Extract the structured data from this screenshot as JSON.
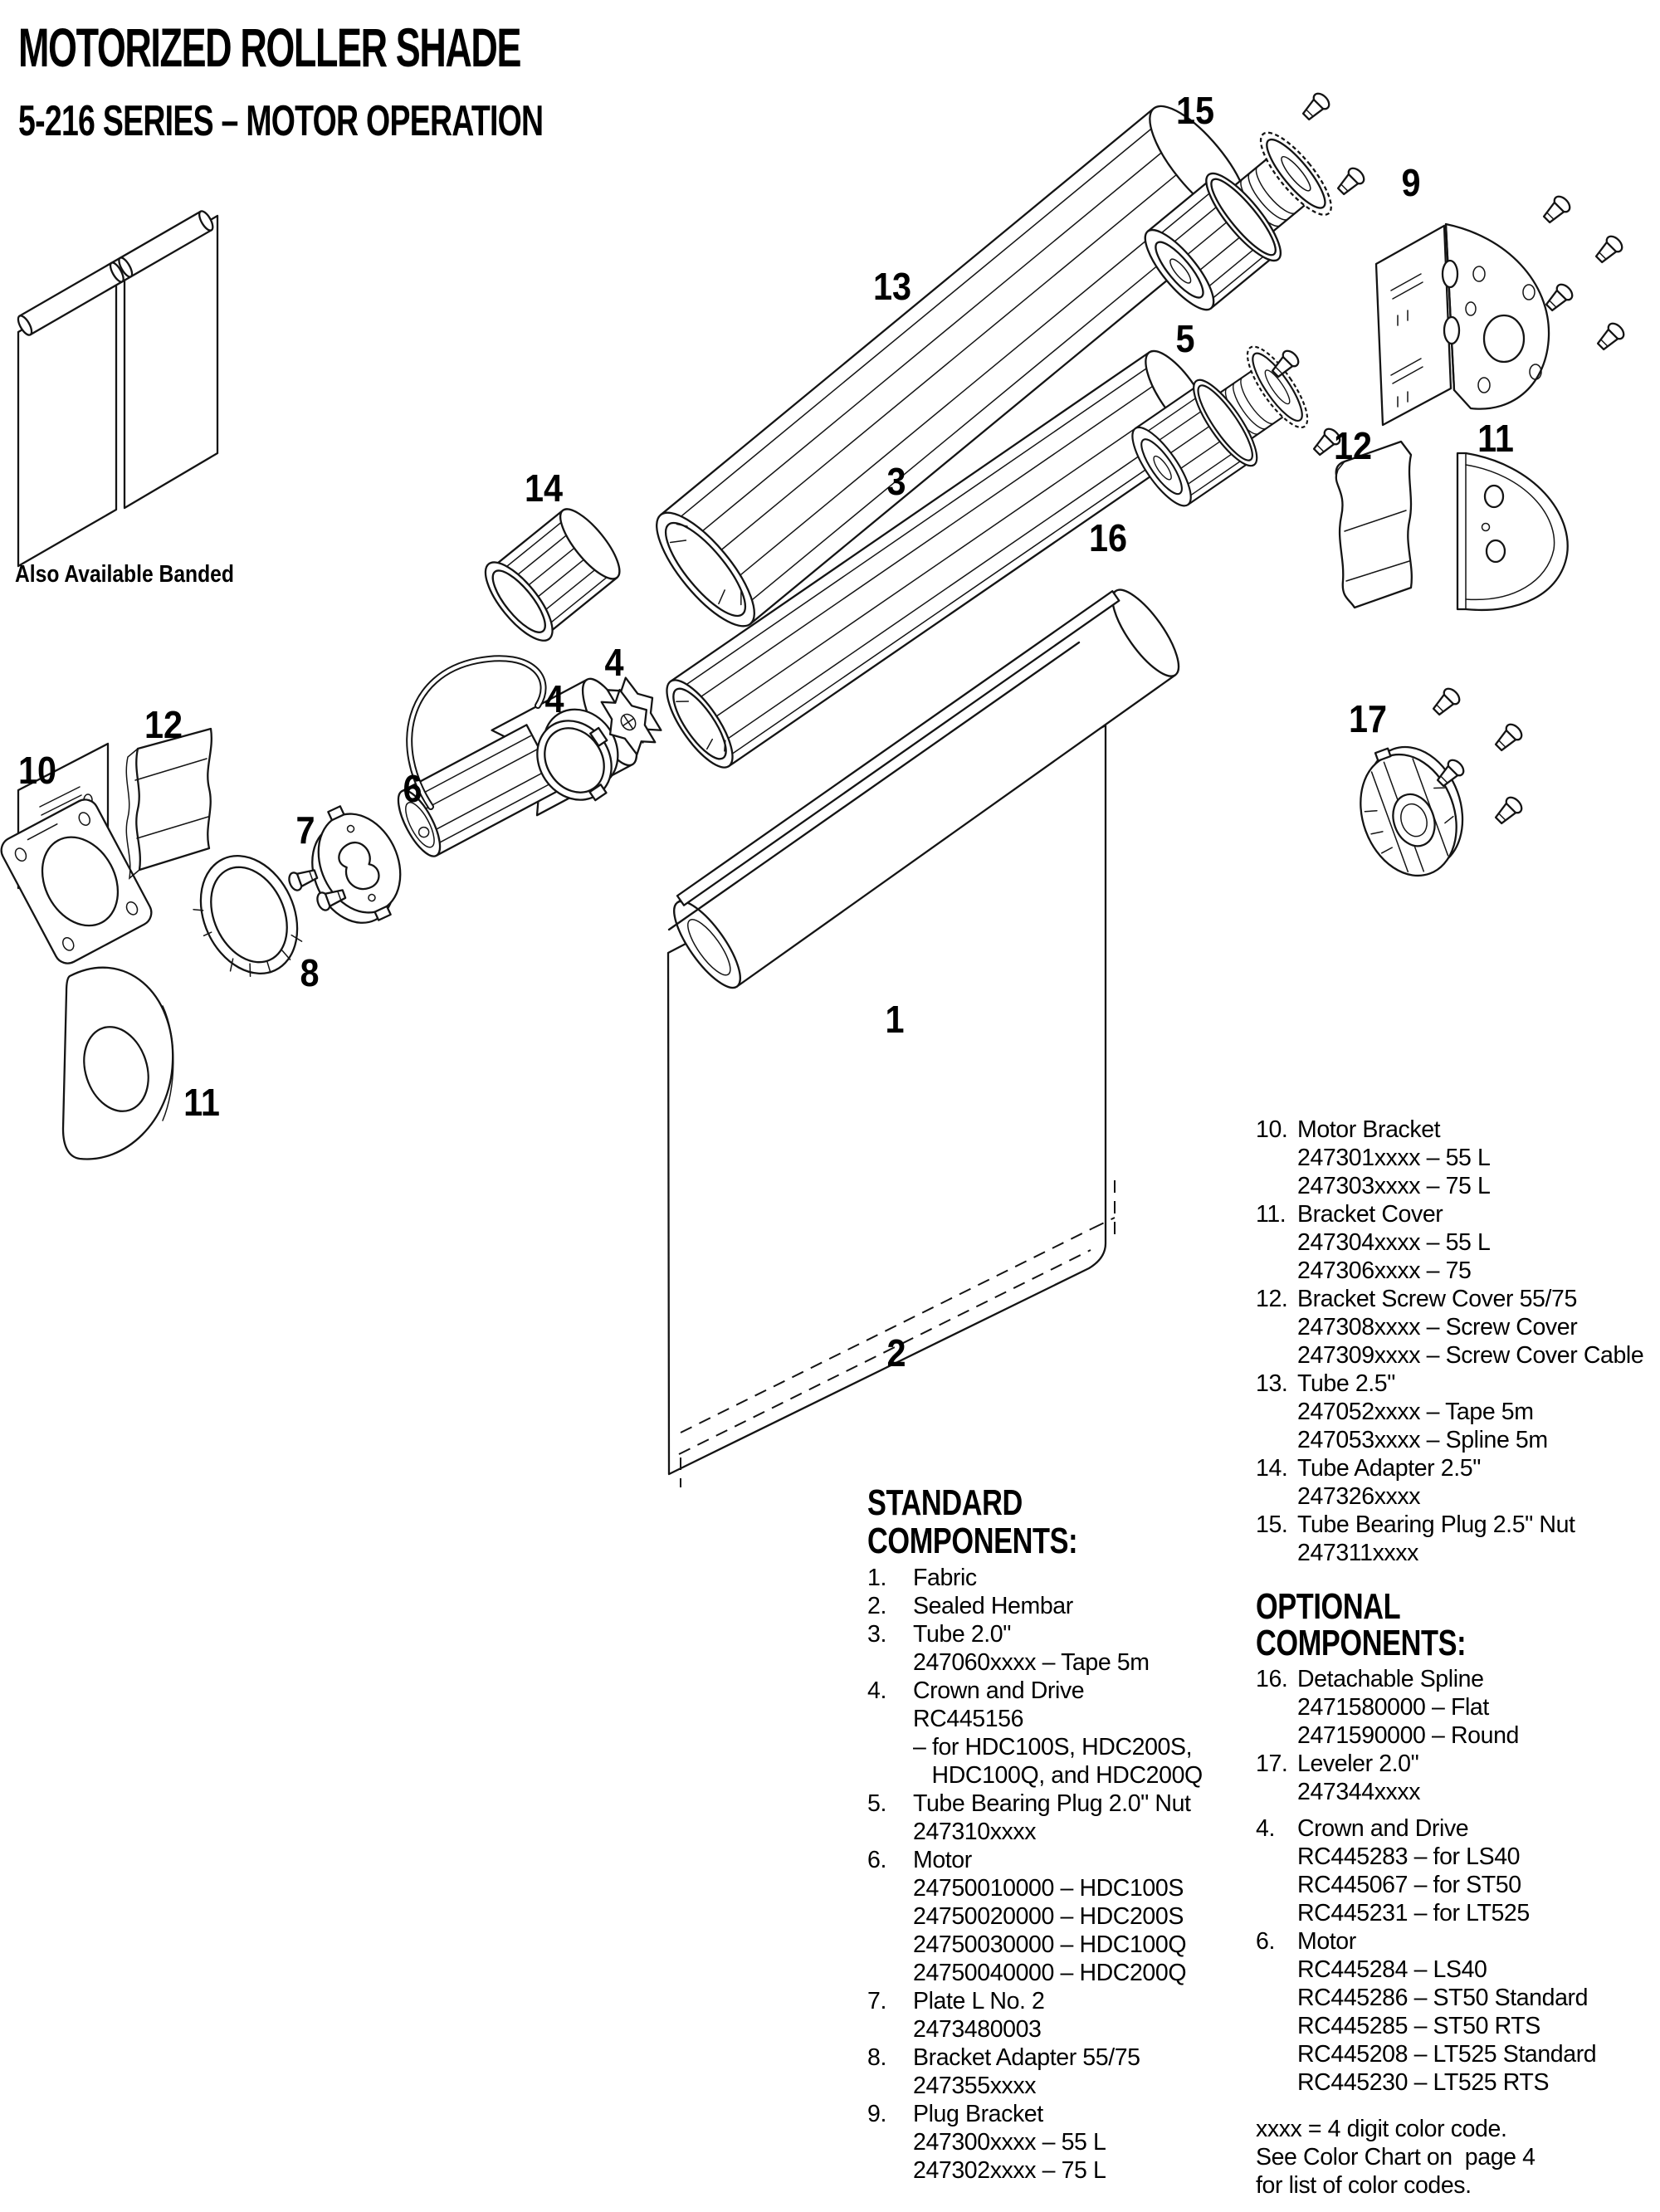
{
  "header": {
    "title": "MOTORIZED ROLLER SHADE",
    "subtitle": "5-216 SERIES – MOTOR OPERATION"
  },
  "banded_note": "Also Available Banded",
  "callouts": [
    {
      "label": "13"
    },
    {
      "label": "15"
    },
    {
      "label": "9"
    },
    {
      "label": "5"
    },
    {
      "label": "14"
    },
    {
      "label": "3"
    },
    {
      "label": "16"
    },
    {
      "label": "12"
    },
    {
      "label": "11"
    },
    {
      "label": "4"
    },
    {
      "label": "4"
    },
    {
      "label": "17"
    },
    {
      "label": "12"
    },
    {
      "label": "10"
    },
    {
      "label": "6"
    },
    {
      "label": "7"
    },
    {
      "label": "8"
    },
    {
      "label": "11"
    },
    {
      "label": "1"
    },
    {
      "label": "2"
    }
  ],
  "standard": {
    "heading_line1": "STANDARD",
    "heading_line2": "COMPONENTS:",
    "items": [
      {
        "num": "1.",
        "name": "Fabric",
        "lines": []
      },
      {
        "num": "2.",
        "name": "Sealed Hembar",
        "lines": []
      },
      {
        "num": "3.",
        "name": "Tube 2.0\"",
        "lines": [
          "247060xxxx – Tape 5m"
        ]
      },
      {
        "num": "4.",
        "name": "Crown and Drive",
        "lines": [
          "RC445156",
          "– for HDC100S, HDC200S,",
          "   HDC100Q, and HDC200Q"
        ]
      },
      {
        "num": "5.",
        "name": "Tube Bearing Plug 2.0\" Nut",
        "lines": [
          "247310xxxx"
        ]
      },
      {
        "num": "6.",
        "name": "Motor",
        "lines": [
          "24750010000 – HDC100S",
          "24750020000 – HDC200S",
          "24750030000 – HDC100Q",
          "24750040000 – HDC200Q"
        ]
      },
      {
        "num": "7.",
        "name": "Plate L No. 2",
        "lines": [
          "2473480003"
        ]
      },
      {
        "num": "8.",
        "name": "Bracket Adapter 55/75",
        "lines": [
          "247355xxxx"
        ]
      },
      {
        "num": "9.",
        "name": "Plug Bracket",
        "lines": [
          "247300xxxx – 55 L",
          "247302xxxx – 75 L"
        ]
      }
    ]
  },
  "optional": {
    "continuation_items": [
      {
        "num": "10.",
        "name": "Motor Bracket",
        "lines": [
          "247301xxxx – 55 L",
          "247303xxxx – 75 L"
        ]
      },
      {
        "num": "11.",
        "name": "Bracket Cover",
        "lines": [
          "247304xxxx – 55 L",
          "247306xxxx – 75"
        ]
      },
      {
        "num": "12.",
        "name": "Bracket Screw Cover 55/75",
        "lines": [
          "247308xxxx – Screw Cover",
          "247309xxxx – Screw Cover Cable"
        ]
      },
      {
        "num": "13.",
        "name": "Tube 2.5\"",
        "lines": [
          "247052xxxx – Tape 5m",
          "247053xxxx – Spline 5m"
        ]
      },
      {
        "num": "14.",
        "name": "Tube Adapter 2.5\"",
        "lines": [
          "247326xxxx"
        ]
      },
      {
        "num": "15.",
        "name": "Tube Bearing Plug 2.5\" Nut",
        "lines": [
          "247311xxxx"
        ]
      }
    ],
    "heading_line1": "OPTIONAL",
    "heading_line2": "COMPONENTS:",
    "items": [
      {
        "num": "16.",
        "name": "Detachable Spline",
        "lines": [
          "2471580000 – Flat",
          "2471590000 – Round"
        ]
      },
      {
        "num": "17.",
        "name": "Leveler 2.0\"",
        "lines": [
          "247344xxxx"
        ]
      }
    ],
    "items2": [
      {
        "num": "4.",
        "name": "Crown and Drive",
        "lines": [
          "RC445283 – for LS40",
          "RC445067 – for ST50",
          "RC445231 – for LT525"
        ]
      },
      {
        "num": "6.",
        "name": "Motor",
        "lines": [
          "RC445284 – LS40",
          "RC445286 – ST50 Standard",
          "RC445285 – ST50 RTS",
          "RC445208 – LT525 Standard",
          "RC445230 – LT525 RTS"
        ]
      }
    ],
    "footnote": [
      "xxxx = 4 digit color code.",
      "See Color Chart on  page 4",
      "for list of color codes."
    ]
  }
}
